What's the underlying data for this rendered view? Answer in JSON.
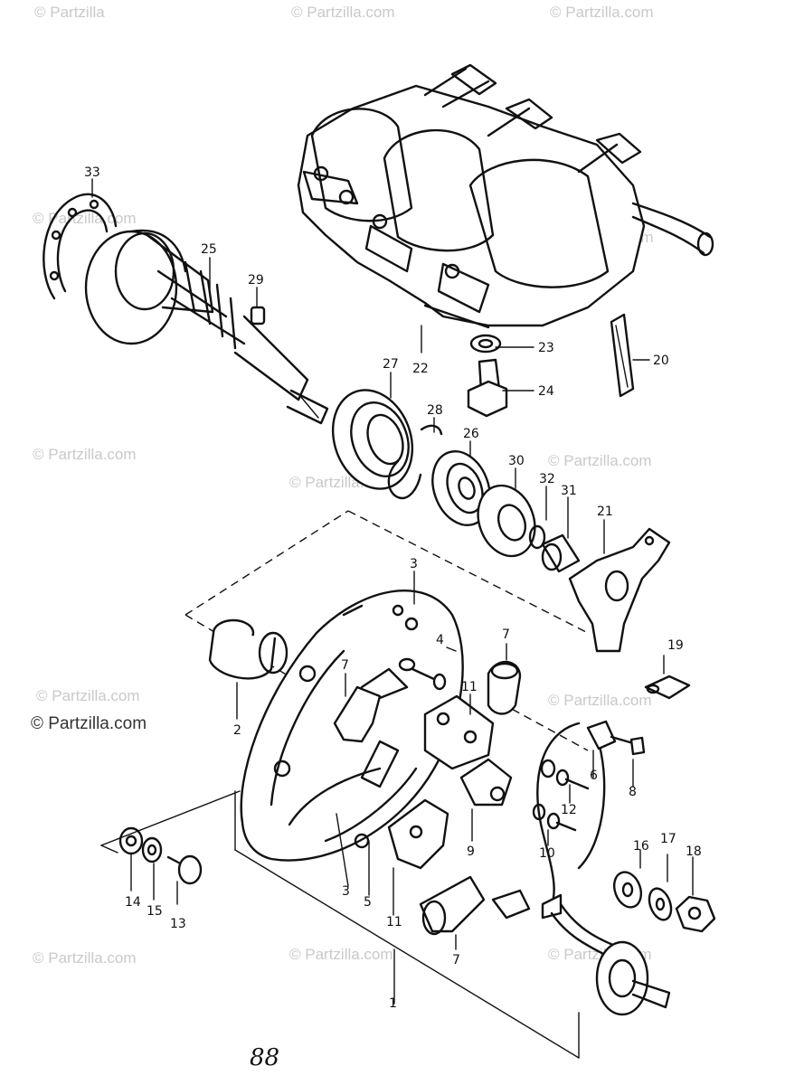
{
  "watermark": {
    "text": "© Partzilla.com",
    "text_short": "© Partzilla",
    "text_faint_top": "© Partzilla.com"
  },
  "callouts": {
    "c1": "1",
    "c2": "2",
    "c3a": "3",
    "c3b": "3",
    "c4": "4",
    "c5": "5",
    "c6": "6",
    "c7a": "7",
    "c7b": "7",
    "c7c": "7",
    "c8": "8",
    "c9": "9",
    "c10": "10",
    "c11a": "11",
    "c11b": "11",
    "c12": "12",
    "c13": "13",
    "c14": "14",
    "c15": "15",
    "c16": "16",
    "c17": "17",
    "c18": "18",
    "c19": "19",
    "c20": "20",
    "c21": "21",
    "c22": "22",
    "c23": "23",
    "c24": "24",
    "c25": "25",
    "c26": "26",
    "c27": "27",
    "c28": "28",
    "c29": "29",
    "c30": "30",
    "c31": "31",
    "c32": "32",
    "c33": "33"
  },
  "page_number": "88"
}
